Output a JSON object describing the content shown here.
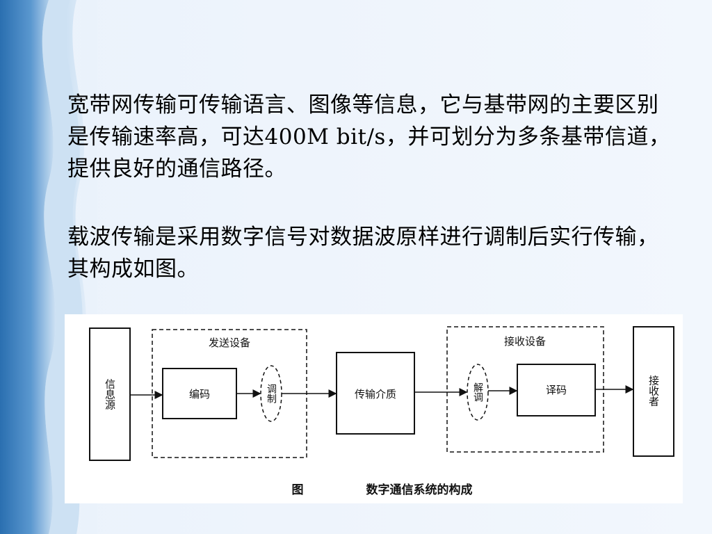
{
  "paragraphs": [
    "宽带网传输可传输语言、图像等信息，它与基带网的主要区别是传输速率高，可达400M bit/s，并可划分为多条基带信道，提供良好的通信路径。",
    "载波传输是采用数字信号对数据波原样进行调制后实行传输，其构成如图。"
  ],
  "figure": {
    "source_label": "信息源",
    "sender_group_label": "发送设备",
    "encode_label": "编码",
    "modulate_label": "调制",
    "medium_label": "传输介质",
    "receiver_group_label": "接收设备",
    "demodulate_label": "解调",
    "decode_label": "译码",
    "sink_label": "接收者",
    "caption_prefix": "图",
    "caption_text": "数字通信系统的构成"
  },
  "colors": {
    "band_dark": "#2f74b5",
    "band_light": "#9fc4e6",
    "background": "#eaf2fb"
  }
}
